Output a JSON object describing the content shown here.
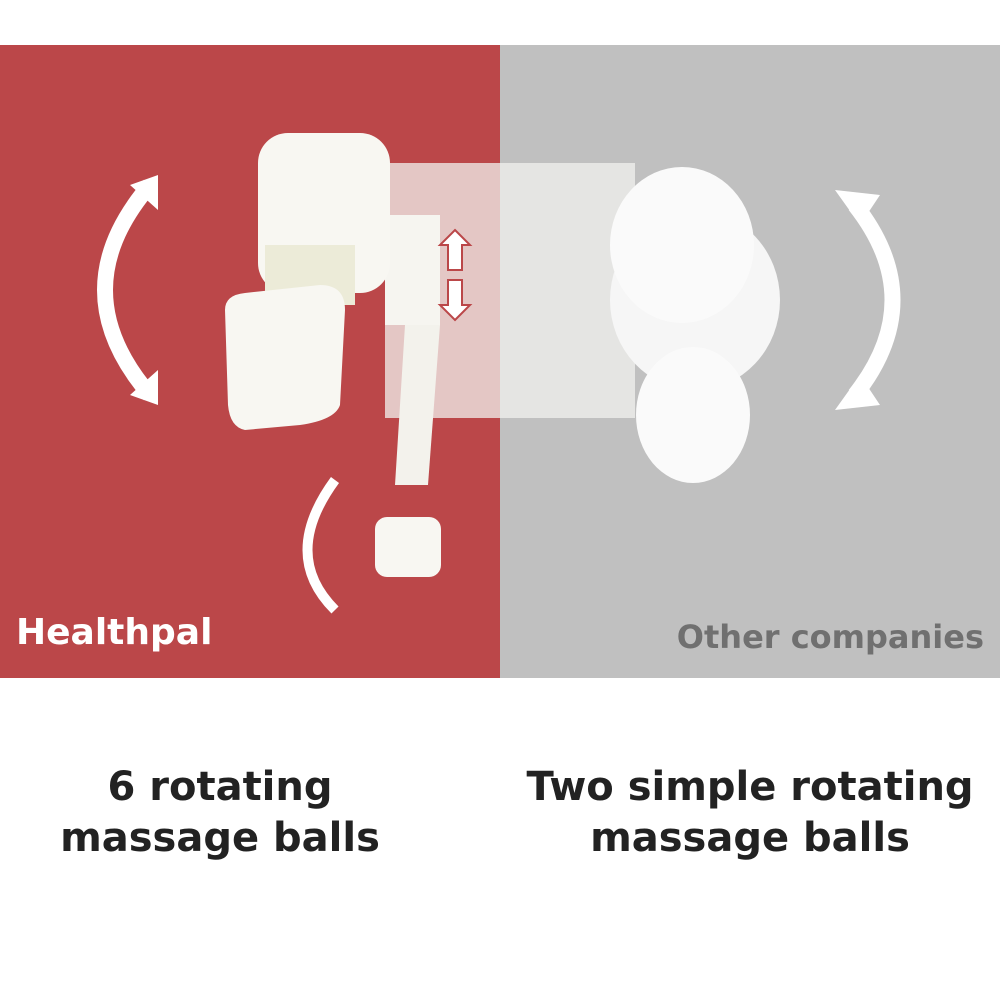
{
  "left_panel": {
    "label": "Healthpal",
    "color": "#bb4749"
  },
  "right_panel": {
    "label": "Other companies",
    "color": "#c0c0c0"
  },
  "captions": {
    "left_line1": "6 rotating",
    "left_line2": "massage balls",
    "right_line1": "Two simple rotating",
    "right_line2": "massage balls"
  }
}
